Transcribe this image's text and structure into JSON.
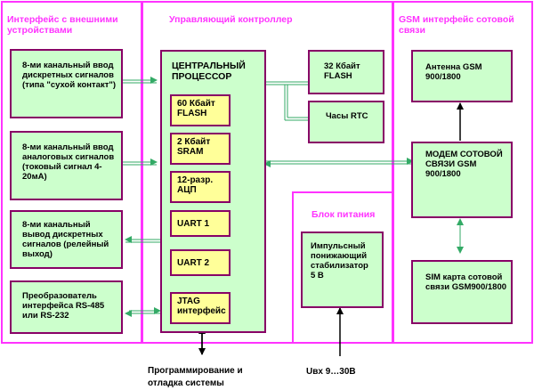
{
  "regions": {
    "external": "Интерфейс с внешними устройствами",
    "controller": "Управляющий контроллер",
    "gsm": "GSM интерфейс сотовой связи",
    "power": "Блок питания"
  },
  "external_blocks": [
    "8-ми канальный ввод дискретных сигналов (типа \"сухой контакт\")",
    "8-ми канальный ввод аналоговых сигналов (токовый сигнал 4-20мА)",
    "8-ми канальный вывод дискретных сигналов (релейный выход)",
    "Преобразователь интерфейса RS-485 или RS-232"
  ],
  "cpu": {
    "title": "ЦЕНТРАЛЬНЫЙ ПРОЦЕССОР",
    "modules": [
      "60 Кбайт FLASH",
      "2 Кбайт SRAM",
      "12-разр. АЦП",
      "UART 1",
      "UART 2",
      "JTAG интерфейс"
    ]
  },
  "memory_blocks": {
    "flash": "32 Кбайт FLASH",
    "rtc": "Часы RTC"
  },
  "power_block": "Импульсный понижающий стабилизатор 5 В",
  "gsm_blocks": {
    "antenna": "Антенна GSM 900/1800",
    "modem": "МОДЕМ СОТОВОЙ СВЯЗИ GSM 900/1800",
    "sim": "SIM карта сотовой связи GSM900/1800"
  },
  "captions": {
    "programming": "Программирование и отладка системы",
    "voltage": "Uвх 9…30В"
  },
  "colors": {
    "region_border": "#ff33ff",
    "block_fill": "#ccffcc",
    "module_fill": "#ffff99",
    "block_border": "#880066",
    "connector": "#33aa66"
  }
}
